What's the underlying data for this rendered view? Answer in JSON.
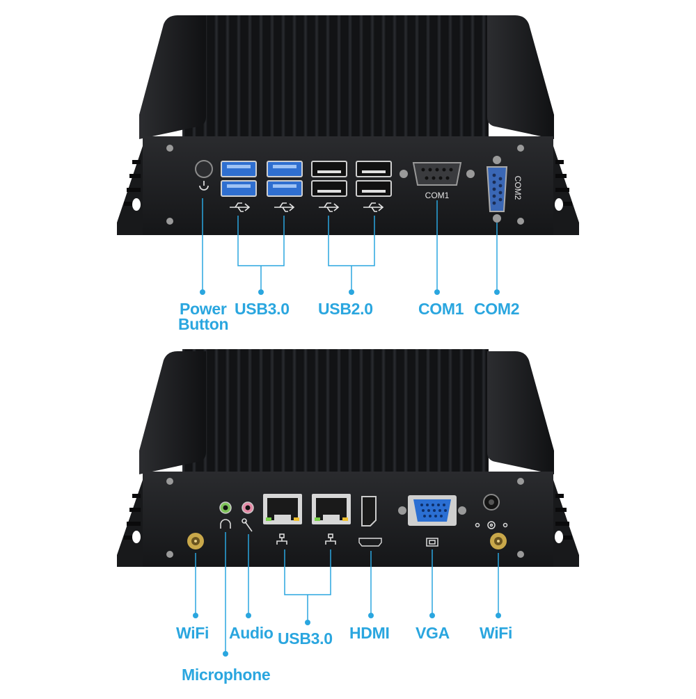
{
  "top_panel": {
    "labels": {
      "power": "Power",
      "power_line2": "Button",
      "usb3": "USB3.0",
      "usb2": "USB2.0",
      "com1": "COM1",
      "com2": "COM2"
    },
    "printed_on_device": {
      "com1": "COM1",
      "com2": "COM2"
    }
  },
  "bottom_panel": {
    "labels": {
      "wifi_left": "WiFi",
      "audio": "Audio",
      "usb3": "USB3.0",
      "hdmi": "HDMI",
      "vga": "VGA",
      "wifi_right": "WiFi",
      "microphone": "Microphone"
    }
  },
  "colors": {
    "label_blue": "#2aa6df",
    "case_black": "#1b1c1e",
    "usb3_blue": "#2f6fd0",
    "vga_blue": "#2b6fd3"
  },
  "icons": [
    "power-icon",
    "usb-icon",
    "ethernet-icon",
    "hdmi-icon",
    "vga-icon",
    "dc-power-icon",
    "headphone-icon",
    "microphone-icon"
  ]
}
